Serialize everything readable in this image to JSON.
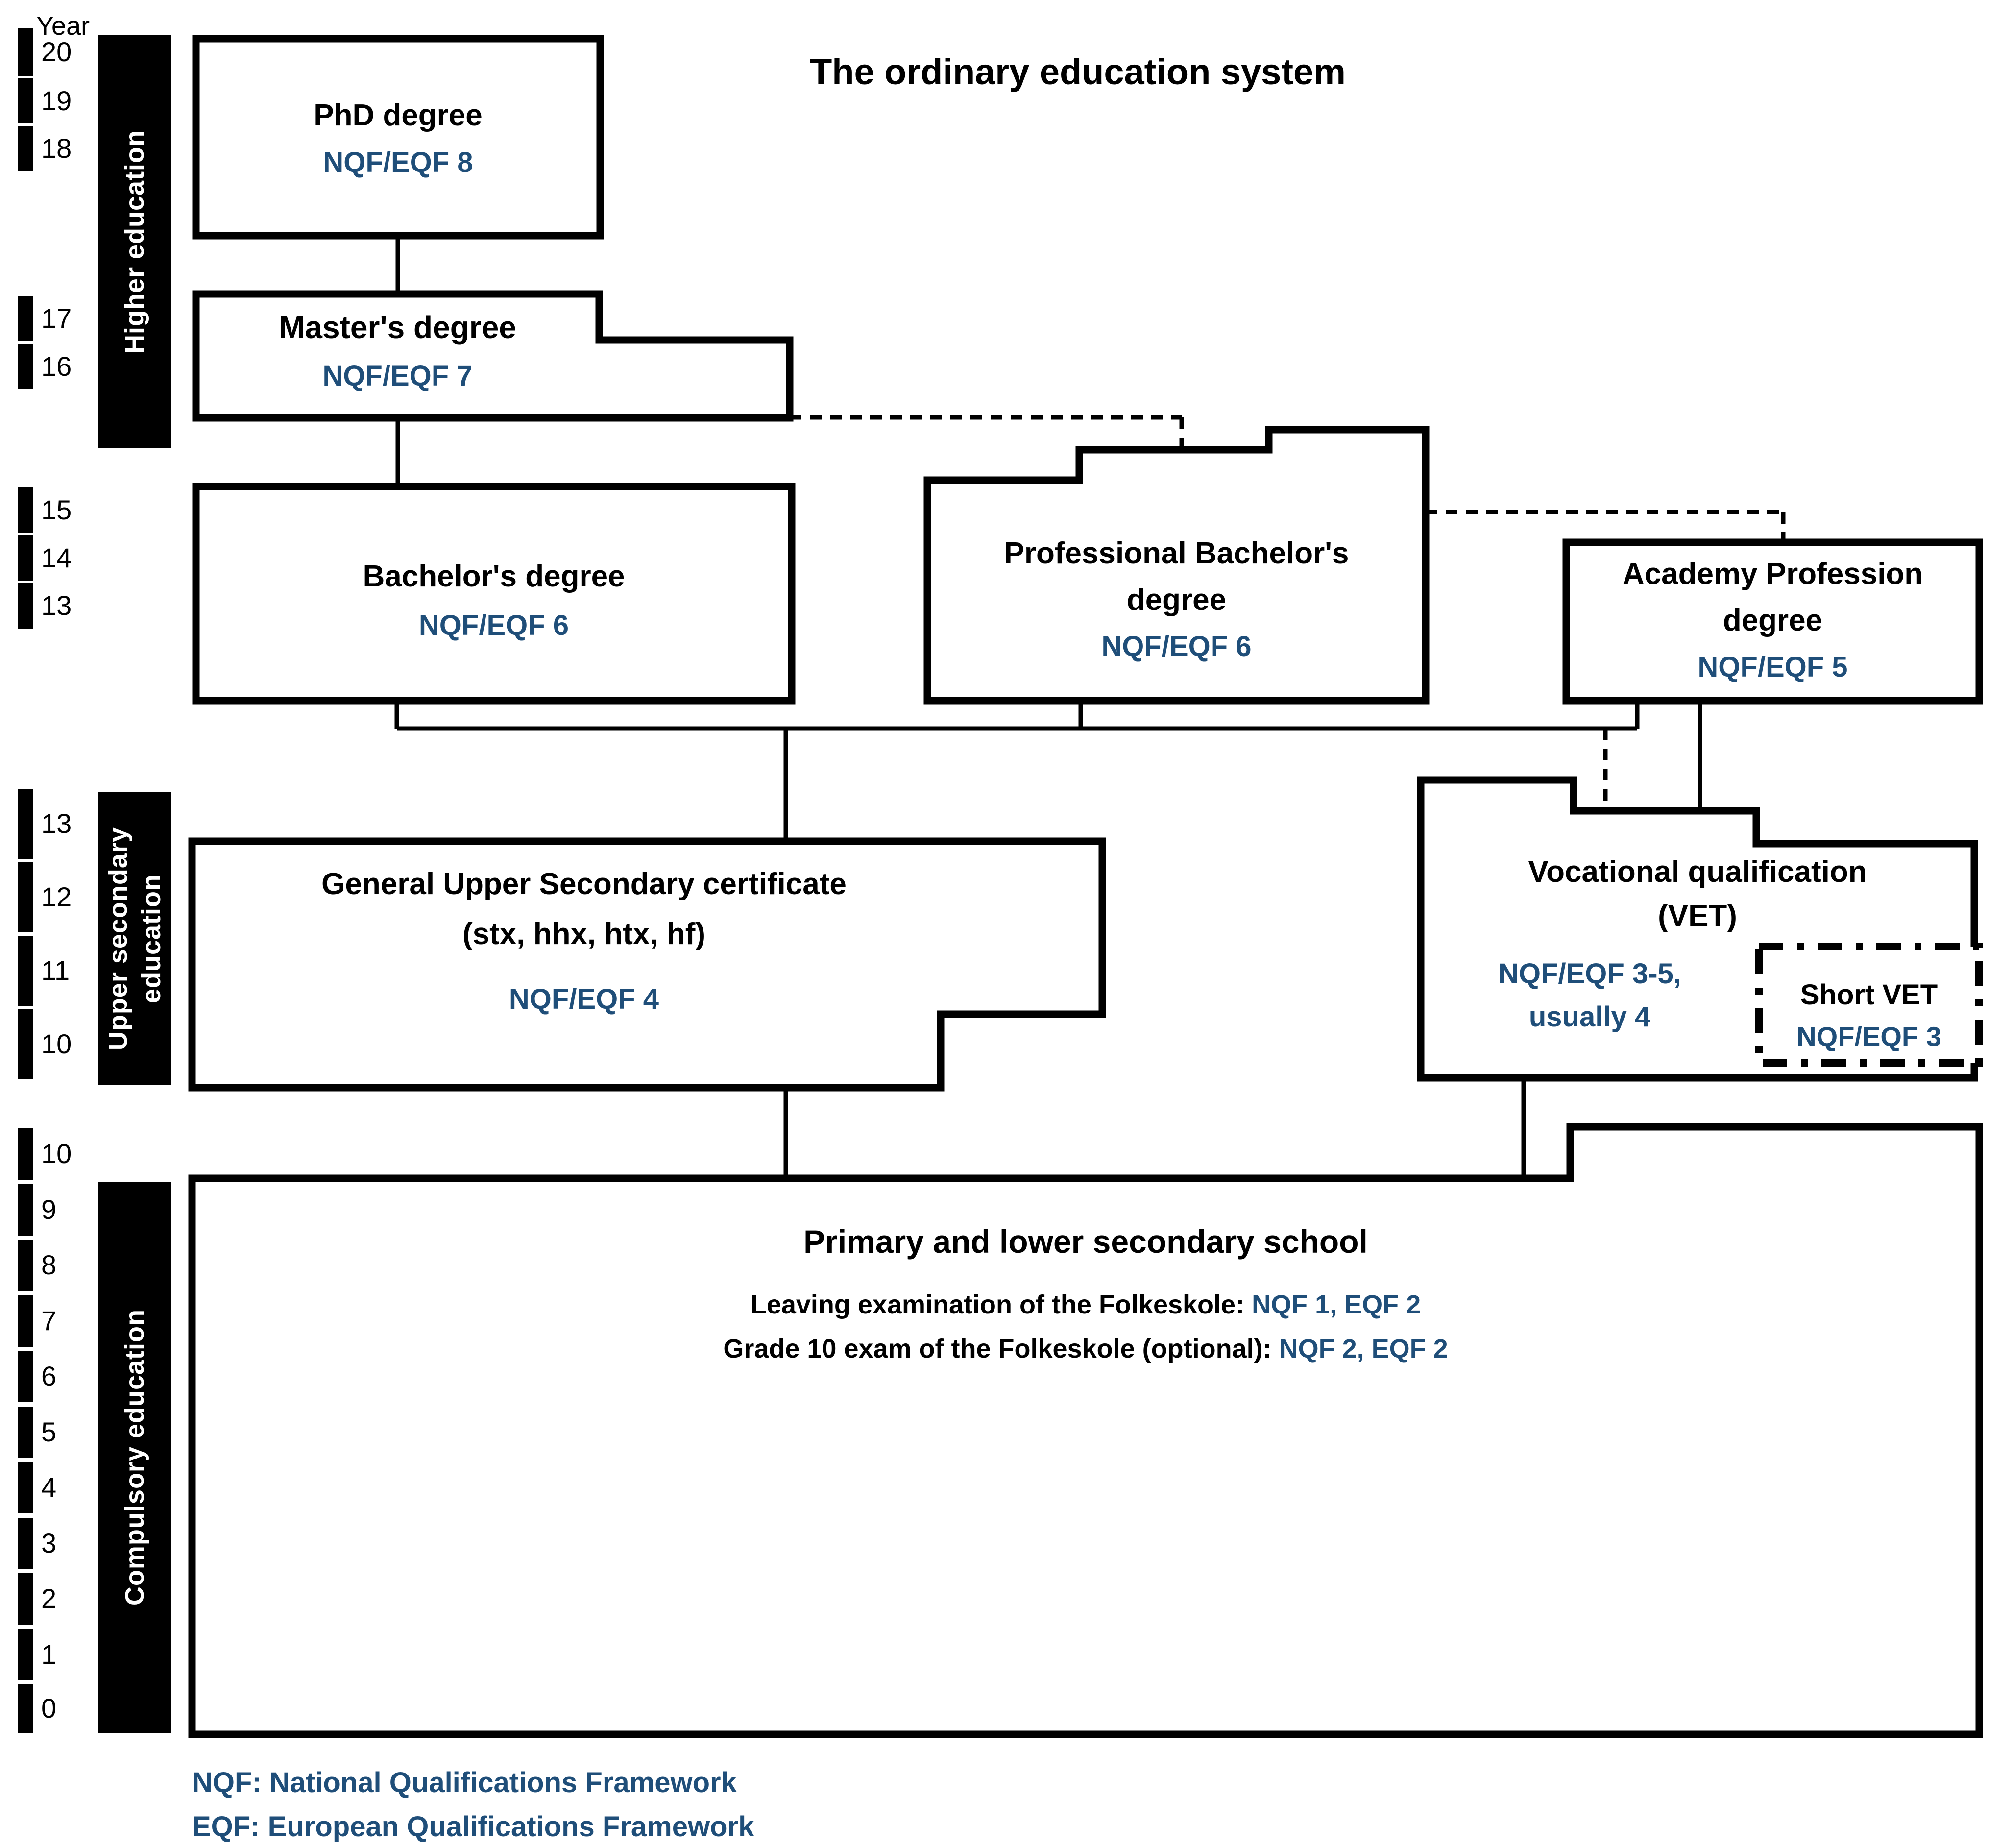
{
  "title": "The ordinary education system",
  "colors": {
    "accent_navy": "#1F4E79",
    "line_black": "#000000"
  },
  "year_axis": {
    "label": "Year",
    "higher_ticks": [
      "20",
      "19",
      "18",
      "17",
      "16",
      "15",
      "14",
      "13"
    ],
    "upper_secondary_ticks": [
      "13",
      "12",
      "11",
      "10"
    ],
    "compulsory_ticks": [
      "10",
      "9",
      "8",
      "7",
      "6",
      "5",
      "4",
      "3",
      "2",
      "1",
      "0"
    ]
  },
  "sections": {
    "higher": {
      "label": "Higher education"
    },
    "upper_secondary": {
      "line1": "Upper secondary",
      "line2": "education"
    },
    "compulsory": {
      "label": "Compulsory education"
    }
  },
  "boxes": {
    "phd": {
      "title": "PhD degree",
      "nqf": "NQF/EQF 8"
    },
    "master": {
      "title": "Master's degree",
      "nqf": "NQF/EQF 7"
    },
    "bachelor": {
      "title": "Bachelor's degree",
      "nqf": "NQF/EQF 6"
    },
    "professional_bachelor": {
      "title": "Professional Bachelor's",
      "title2": "degree",
      "nqf": "NQF/EQF 6"
    },
    "academy": {
      "title": "Academy Profession",
      "title2": "degree",
      "nqf": "NQF/EQF 5"
    },
    "general_upper_secondary": {
      "title": "General Upper Secondary certificate",
      "title2": "(stx, hhx, htx, hf)",
      "nqf": "NQF/EQF 4"
    },
    "vet": {
      "title": "Vocational qualification",
      "title2": "(VET)",
      "nqf1": "NQF/EQF 3-5,",
      "nqf2": "usually 4"
    },
    "short_vet": {
      "title": "Short VET",
      "nqf": "NQF/EQF 3"
    },
    "primary": {
      "title": "Primary and lower secondary school",
      "exam1_label": "Leaving examination of the Folkeskole:",
      "exam1_value": "NQF 1, EQF 2",
      "exam2_label": "Grade 10 exam of the Folkeskole (optional):",
      "exam2_value": "NQF 2, EQF 2"
    }
  },
  "footer": {
    "line1": "NQF: National Qualifications Framework",
    "line2": "EQF: European Qualifications Framework"
  }
}
